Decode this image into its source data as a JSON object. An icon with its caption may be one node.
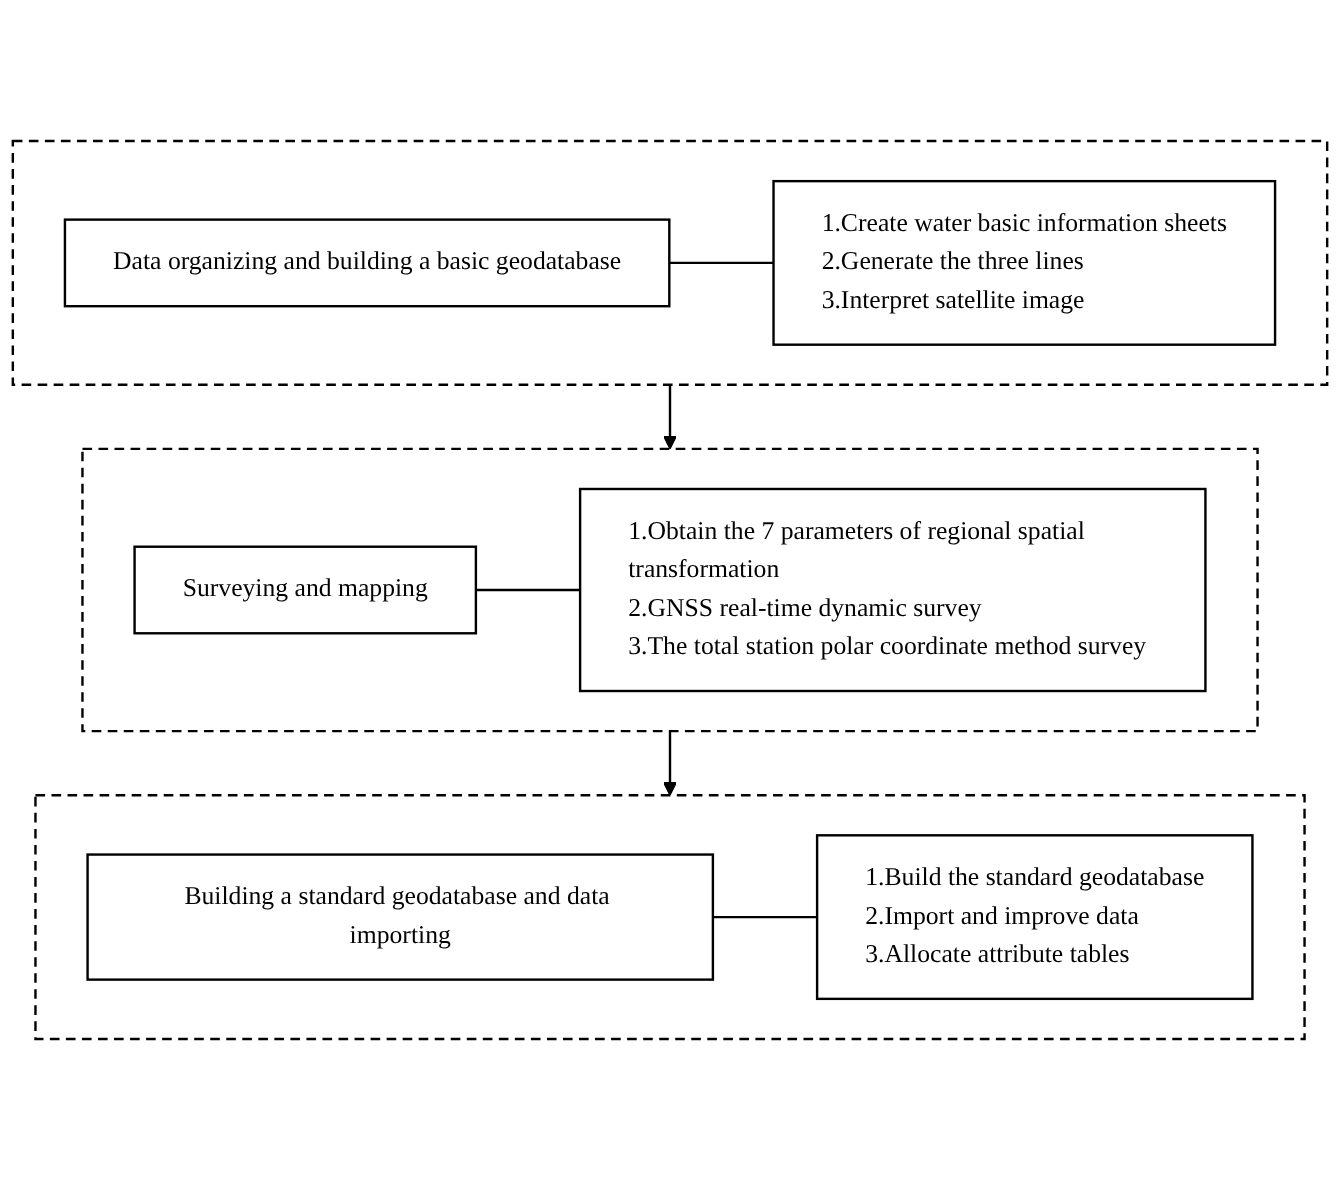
{
  "diagram": {
    "nodes": [
      {
        "text": [],
        "shape": "box"
      },
      {
        "text": [
          "Data organizing and building a basic geodatabase"
        ],
        "in": 0
      },
      {
        "text": [
          "1.Create water basic information sheets",
          "2.Generate the three lines",
          "3.Interpret satellite image"
        ],
        "in": 0
      },
      {
        "text": [],
        "shape": "box"
      },
      {
        "text": [
          "Surveying and mapping"
        ],
        "in": 3
      },
      {
        "text": [
          "1.Obtain the 7 parameters of regional spatial transformation",
          "2.GNSS real-time dynamic survey",
          "3.The total station polar coordinate method survey"
        ],
        "in": 3
      },
      {
        "text": [],
        "shape": "box"
      },
      {
        "text": [
          "Building a standard geodatabase and data importing"
        ],
        "in": 6
      },
      {
        "text": [
          "1.Build the standard geodatabase",
          "2.Import and improve data",
          "3.Allocate attribute tables"
        ],
        "in": 6
      }
    ],
    "edges": [
      {
        "from": 1,
        "to": 2,
        "arrow": "none"
      },
      {
        "from": 4,
        "to": 5,
        "arrow": "none"
      },
      {
        "from": 7,
        "to": 8,
        "arrow": "none"
      },
      {
        "from": 0,
        "to": 3,
        "arrow": "to"
      },
      {
        "from": 3,
        "to": 6,
        "arrow": "to"
      }
    ]
  }
}
